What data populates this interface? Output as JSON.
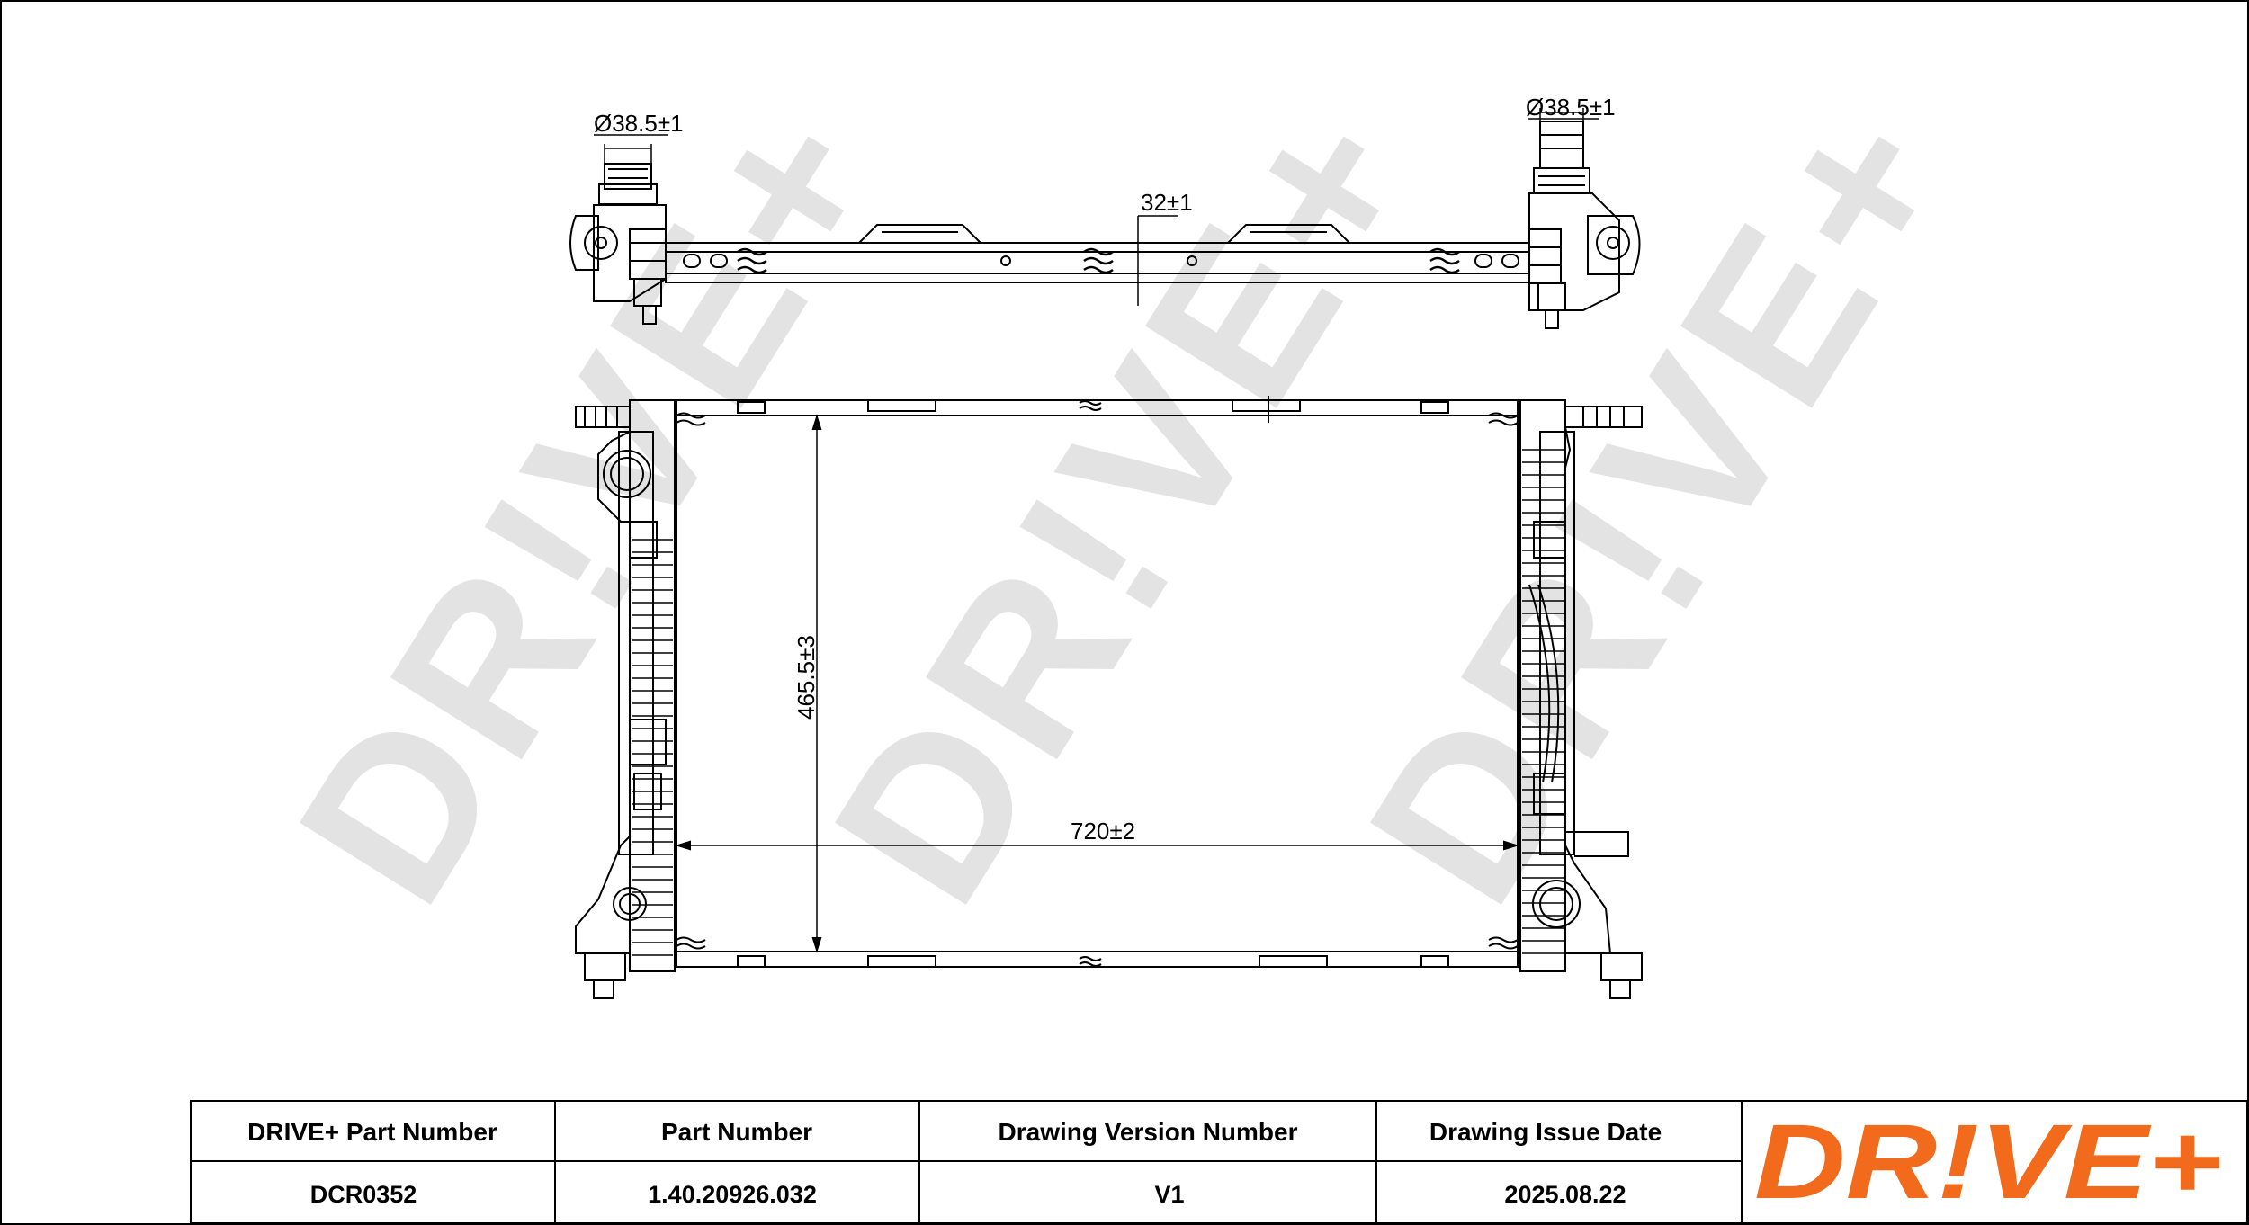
{
  "watermark": {
    "text": "DR!VE+"
  },
  "dimensions": {
    "inlet_left": "Ø38.5±1",
    "inlet_right": "Ø38.5±1",
    "core_thickness": "32±1",
    "core_height": "465.5±3",
    "core_width": "720±2"
  },
  "title_block": {
    "headers": [
      "DRIVE+ Part Number",
      "Part Number",
      "Drawing Version Number",
      "Drawing Issue Date"
    ],
    "values": [
      "DCR0352",
      "1.40.20926.032",
      "V1",
      "2025.08.22"
    ]
  },
  "logo": {
    "text": "DR!VE+",
    "color": "#f26b1d"
  },
  "colors": {
    "line": "#000000",
    "watermark": "#e3e3e3",
    "brand": "#f26b1d"
  }
}
